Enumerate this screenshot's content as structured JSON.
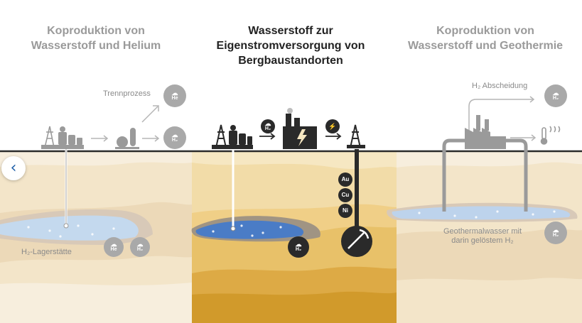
{
  "titles": {
    "left": [
      "Koproduktion von",
      "Wasserstoff und Helium"
    ],
    "center": [
      "Wasserstoff zur",
      "Eigenstromversorgung von",
      "Bergbaustandorten"
    ],
    "right": [
      "Koproduktion von",
      "Wasserstoff und Geothermie"
    ]
  },
  "labels": {
    "trennprozess": "Trennprozess",
    "h2_lagerstaette": "H₂-Lagerstätte",
    "h2_abscheidung": "H₂ Abscheidung",
    "geothermal_line1": "Geothermalwasser mit",
    "geothermal_line2": "darin gelöstem H₂"
  },
  "elements": {
    "he": "He",
    "h2": "H₂",
    "au": "Au",
    "cu": "Cu",
    "ni": "Ni"
  },
  "icons": [
    "oil-rig-icon",
    "plant-icon",
    "separation-column-icon",
    "factory-icon",
    "power-plant-icon",
    "lightning-icon",
    "hydrogen-cloud-icon",
    "helium-cloud-icon",
    "thermometer-heat-icon",
    "mining-pick-icon",
    "chevron-left-icon"
  ],
  "colors": {
    "active_title": "#222222",
    "faded_title": "#9a9a9a",
    "nav_chevron": "#1f5fa8",
    "deposit_blue": "#4a7cc6"
  }
}
